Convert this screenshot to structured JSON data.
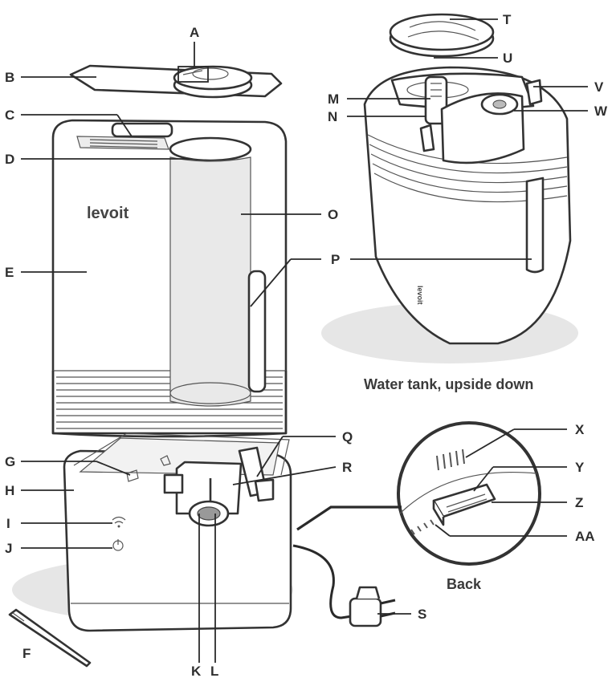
{
  "brand_logo": "levoit",
  "captions": {
    "tank_view": "Water tank, upside down",
    "back_view": "Back"
  },
  "labels": {
    "A": "A",
    "B": "B",
    "C": "C",
    "D": "D",
    "E": "E",
    "F": "F",
    "G": "G",
    "H": "H",
    "I": "I",
    "J": "J",
    "K": "K",
    "L": "L",
    "M": "M",
    "N": "N",
    "O": "O",
    "P": "P",
    "Q": "Q",
    "R": "R",
    "S": "S",
    "T": "T",
    "U": "U",
    "V": "V",
    "W": "W",
    "X": "X",
    "Y": "Y",
    "Z": "Z",
    "AA": "AA"
  },
  "colors": {
    "outline": "#333333",
    "fill_light": "#ececec",
    "shadow": "#e6e6e6",
    "label_text": "#2f2f2f"
  }
}
